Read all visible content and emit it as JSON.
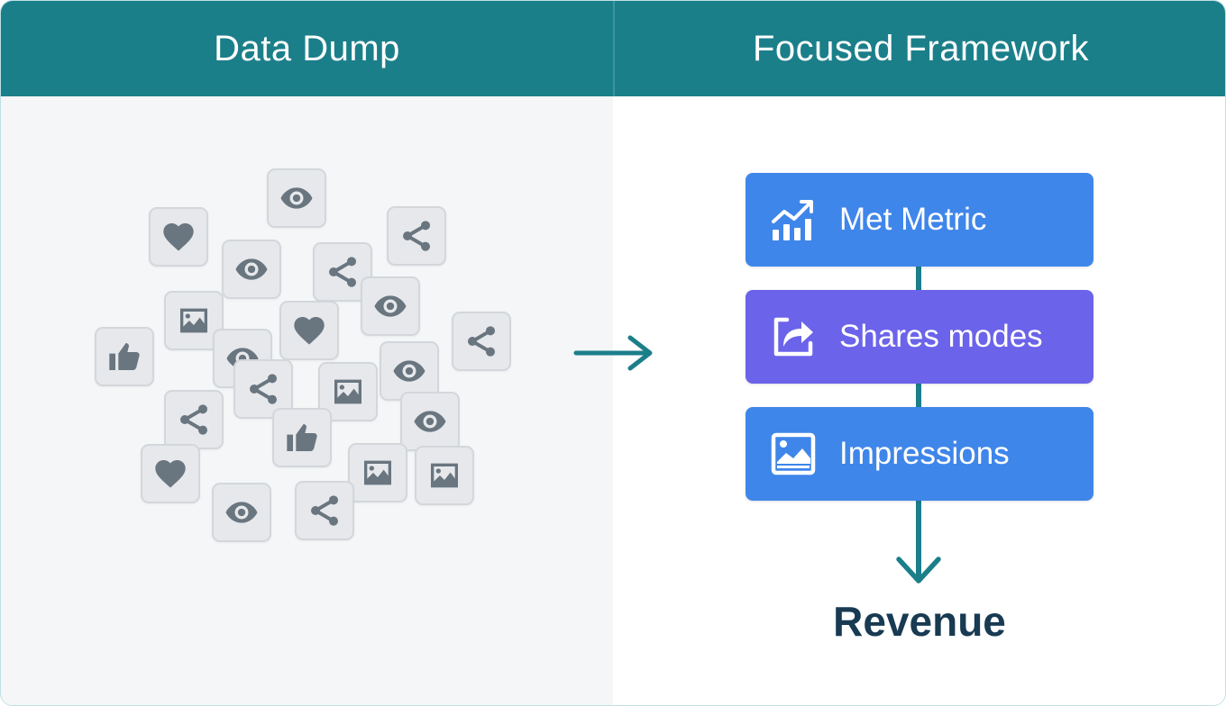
{
  "header": {
    "left_title": "Data Dump",
    "right_title": "Focused Framework"
  },
  "colors": {
    "header_bg": "#1b7f8a",
    "tile_bg": "#e6e8eb",
    "tile_icon": "#69757f",
    "box_blue": "#3f86ea",
    "box_purple": "#6b63ea",
    "connector": "#1b7f8a",
    "revenue_text": "#183a52"
  },
  "data_dump": {
    "tiles": [
      {
        "icon": "eye-icon"
      },
      {
        "icon": "heart-icon"
      },
      {
        "icon": "share-icon"
      },
      {
        "icon": "eye-icon"
      },
      {
        "icon": "share-icon"
      },
      {
        "icon": "image-icon"
      },
      {
        "icon": "eye-icon"
      },
      {
        "icon": "heart-icon"
      },
      {
        "icon": "share-icon"
      },
      {
        "icon": "thumbs-up-icon"
      },
      {
        "icon": "eye-icon"
      },
      {
        "icon": "share-icon"
      },
      {
        "icon": "image-icon"
      },
      {
        "icon": "eye-icon"
      },
      {
        "icon": "share-icon"
      },
      {
        "icon": "eye-icon"
      },
      {
        "icon": "thumbs-up-icon"
      },
      {
        "icon": "heart-icon"
      },
      {
        "icon": "image-icon"
      },
      {
        "icon": "image-icon"
      },
      {
        "icon": "eye-icon"
      },
      {
        "icon": "share-icon"
      }
    ]
  },
  "transition_icon": "arrow-right-icon",
  "framework": {
    "steps": [
      {
        "label": "Met Metric",
        "icon": "chart-trend-icon"
      },
      {
        "label": "Shares modes",
        "icon": "share-box-icon"
      },
      {
        "label": "Impressions",
        "icon": "image-icon"
      }
    ],
    "result": "Revenue",
    "result_icon": "arrow-down-icon"
  }
}
